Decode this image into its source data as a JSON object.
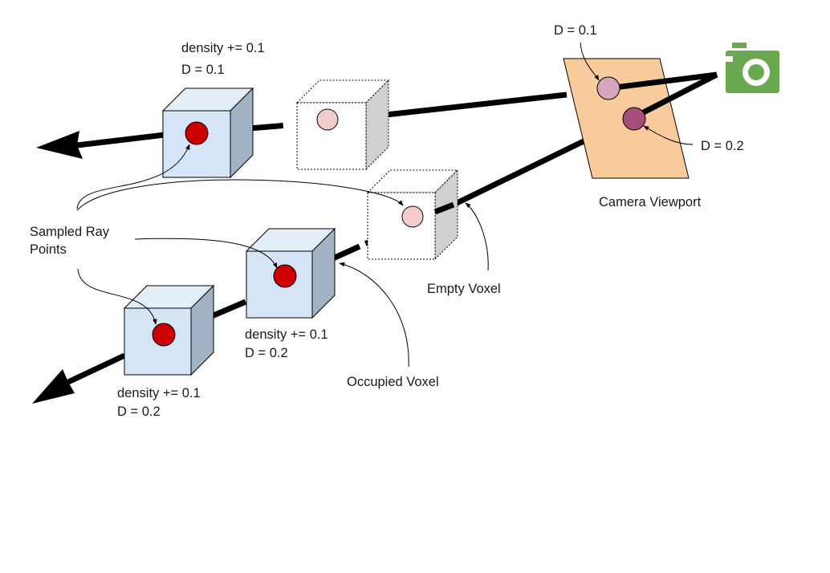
{
  "labels": {
    "top_cube_density": "density += 0.1",
    "top_cube_d": "D = 0.1",
    "viewport_top_d": "D = 0.1",
    "viewport_bottom_d": "D = 0.2",
    "camera_viewport": "Camera Viewport",
    "sampled_ray_points_line1": "Sampled Ray",
    "sampled_ray_points_line2": "Points",
    "empty_voxel": "Empty Voxel",
    "middle_cube_density": "density += 0.1",
    "middle_cube_d": "D = 0.2",
    "occupied_voxel": "Occupied Voxel",
    "bottom_cube_density": "density += 0.1",
    "bottom_cube_d": "D = 0.2"
  },
  "colors": {
    "occupied_front": "#d5e5f5",
    "occupied_side": "#a2b3c3",
    "occupied_top": "#e4eef9",
    "empty_side": "#d0d0d0",
    "sample_point": "#cc0000",
    "empty_point": "#f4cccc",
    "viewport_fill": "#f9cb9c",
    "viewport_point_top": "#d5a6bd",
    "viewport_point_bottom": "#a64d79",
    "camera": "#6aa84f",
    "ray": "#000000"
  },
  "icons": {
    "camera": "camera-icon",
    "arrowheads": "arrowhead-icon"
  }
}
